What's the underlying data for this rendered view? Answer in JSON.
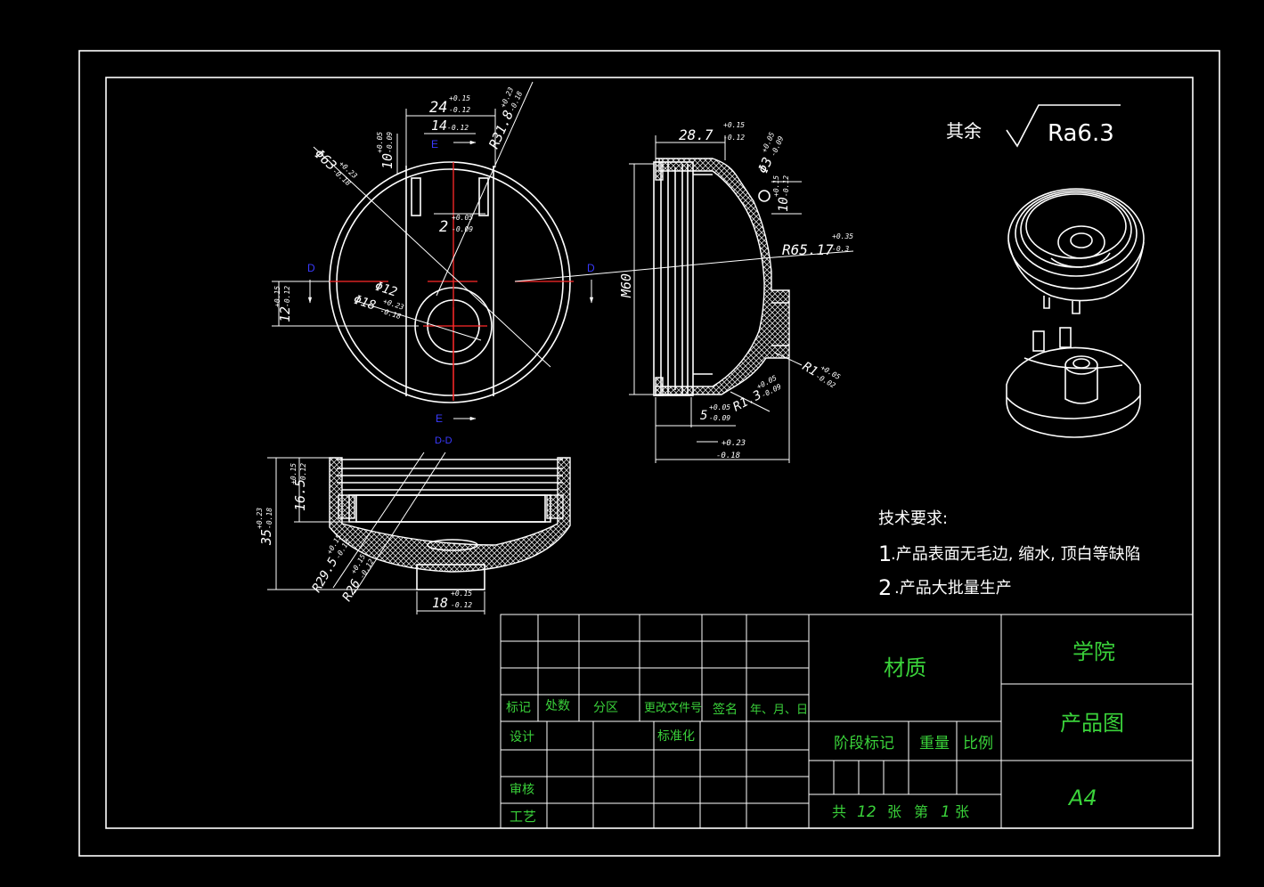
{
  "surface": {
    "note_label": "其余",
    "roughness": "Ra6.3"
  },
  "dims": {
    "d24": "24",
    "d24_up": "+0.15",
    "d24_lo": "-0.12",
    "d14": "14",
    "d14_tol": "-0.12",
    "d10": "10",
    "d10_up": "+0.05",
    "d10_lo": "-0.09",
    "d2": "2",
    "d2_up": "+0.05",
    "d2_lo": "-0.09",
    "r31": "R31.8",
    "r31_up": "+0.23",
    "r31_lo": "-0.18",
    "phi63": "Φ63",
    "phi63_up": "+0.23",
    "phi63_lo": "-0.18",
    "phi12": "Φ12",
    "phi18": "Φ18",
    "phi18_up": "+0.23",
    "phi18_lo": "-0.18",
    "d12": "12",
    "d12_up": "+0.15",
    "d12_lo": "-0.12",
    "d28": "28.7",
    "d28_up": "+0.15",
    "d28_lo": "-0.12",
    "phi3": "Φ3",
    "phi3_up": "+0.05",
    "phi3_lo": "-0.09",
    "d10b": "10",
    "d10b_up": "+0.15",
    "d10b_lo": "-0.12",
    "r65": "R65.17",
    "r65_up": "+0.35",
    "r65_lo": "-0.3",
    "m60": "M60",
    "r1": "R1",
    "r1_up": "+0.05",
    "r1_lo": "-0.02",
    "r13": "R1.3",
    "r13_up": "+0.05",
    "r13_lo": "-0.09",
    "d5": "5",
    "d5_up": "+0.05",
    "d5_lo": "-0.09",
    "d023": "+0.23",
    "d018": "-0.18",
    "d165": "16.5",
    "d165_up": "+0.15",
    "d165_lo": "-0.12",
    "d35": "35",
    "d35_up": "+0.23",
    "d35_lo": "-0.18",
    "r29": "R29.5",
    "r29_up": "+0.15",
    "r29_lo": "-0.12",
    "r26": "R26",
    "r26_up": "+0.15",
    "r26_lo": "-0.12",
    "d18": "18",
    "d18_up": "+0.15",
    "d18_lo": "-0.12"
  },
  "view_labels": {
    "e_top": "E",
    "e_bottom": "E",
    "d_left": "D",
    "d_right": "D",
    "dd": "D-D"
  },
  "tech": {
    "title": "技术要求:",
    "item1_num": "1",
    "item1": ".产品表面无毛边, 缩水, 顶白等缺陷",
    "item2_num": "2",
    "item2": ".产品大批量生产"
  },
  "title_block": {
    "col_mark": "标记",
    "col_count": "处数",
    "col_zone": "分区",
    "col_doc": "更改文件号",
    "col_sign": "签名",
    "col_date": "年、月、日",
    "design": "设计",
    "standard": "标准化",
    "review": "审核",
    "process": "工艺",
    "material": "材质",
    "stage": "阶段标记",
    "weight": "重量",
    "scale": "比例",
    "sheet_total_prefix": "共",
    "sheet_total": "12",
    "sheet_total_unit": "张",
    "sheet_no_prefix": "第",
    "sheet_no": "1",
    "sheet_no_unit": "张",
    "school": "学院",
    "product": "产品图",
    "size": "A4"
  },
  "colors": {
    "background": "#000000",
    "line": "#ffffff",
    "text_green": "#3ad23a",
    "label_blue": "#3a3aff",
    "center_red": "#ff2a2a"
  }
}
